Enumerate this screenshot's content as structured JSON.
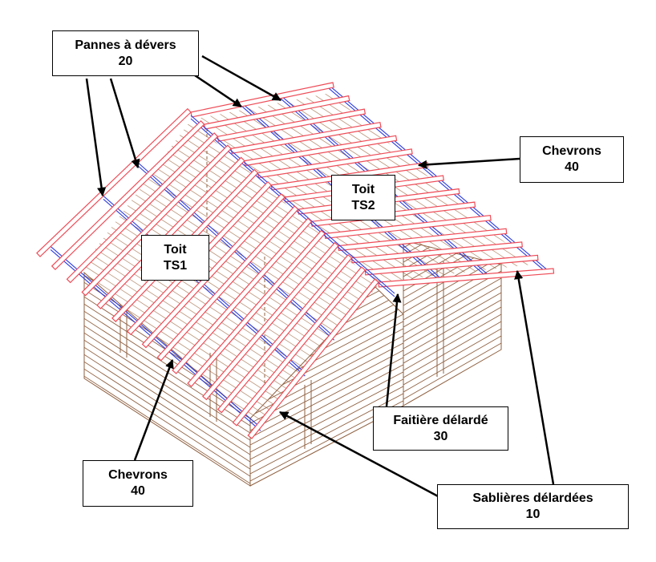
{
  "labels": {
    "pannes": {
      "name": "Pannes à dévers",
      "value": "20"
    },
    "chevrons_top": {
      "name": "Chevrons",
      "value": "40"
    },
    "toit_ts2": {
      "name": "Toit",
      "value": "TS2"
    },
    "toit_ts1": {
      "name": "Toit",
      "value": "TS1"
    },
    "faitiere": {
      "name": "Faitière délardé",
      "value": "30"
    },
    "chevrons_bottom": {
      "name": "Chevrons",
      "value": "40"
    },
    "sablieres": {
      "name": "Sablières délardées",
      "value": "10"
    }
  },
  "colors": {
    "rafter": "#ee4c57",
    "purlin": "#2c3be0",
    "wall": "#8f6040",
    "wall_light": "#bb957a",
    "ink": "#000000",
    "background": "#ffffff"
  }
}
